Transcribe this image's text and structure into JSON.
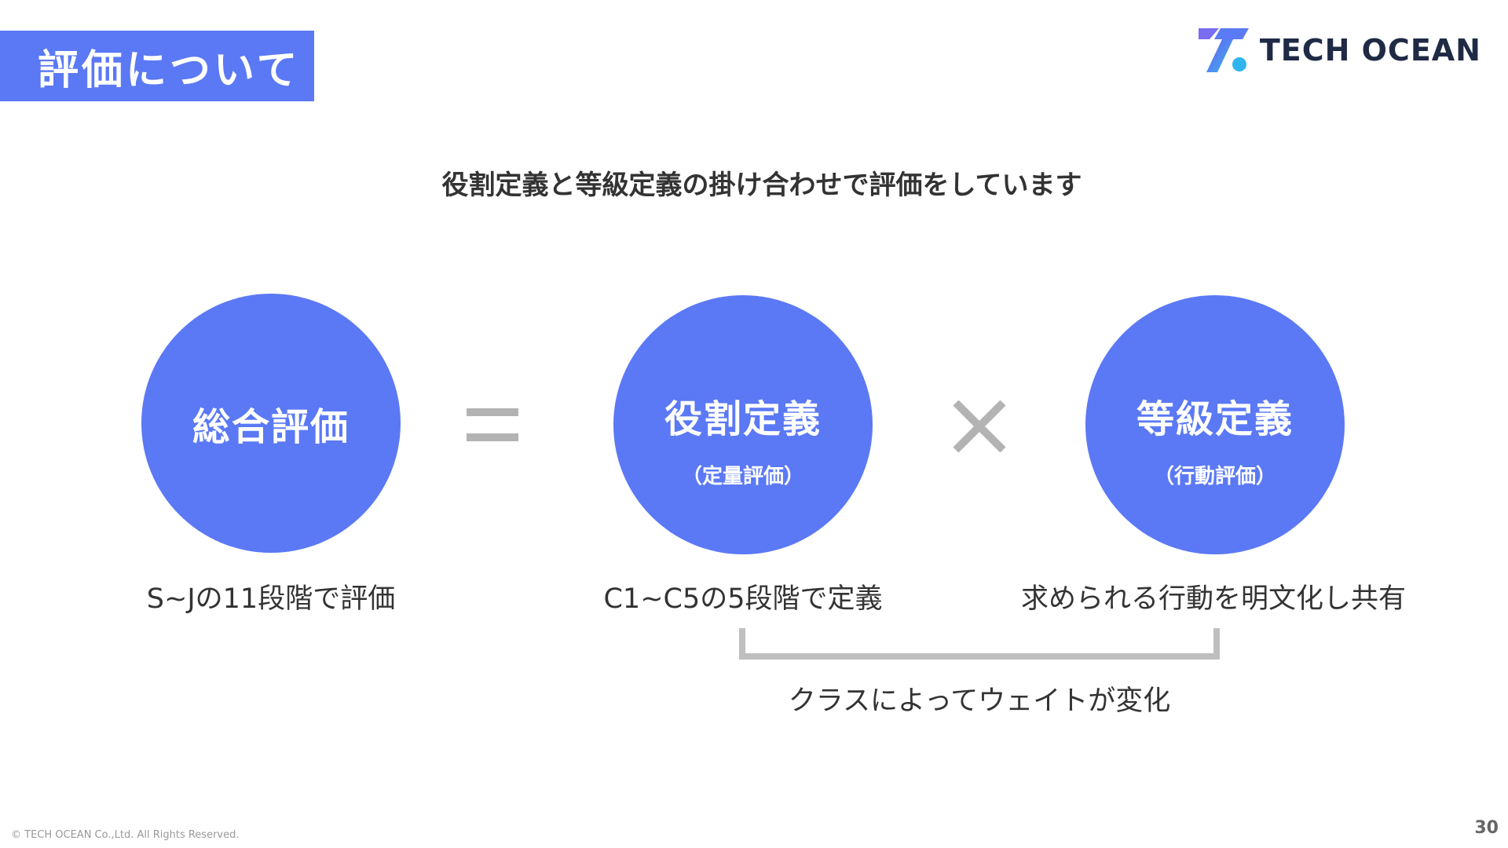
{
  "slide": {
    "title": "評価について",
    "logo_text": "TECH OCEAN",
    "subtitle": "役割定義と等級定義の掛け合わせで評価をしています",
    "circles": [
      {
        "main": "総合評価",
        "sub": ""
      },
      {
        "main": "役割定義",
        "sub": "（定量評価）"
      },
      {
        "main": "等級定義",
        "sub": "（行動評価）"
      }
    ],
    "captions": [
      "S~Jの11段階で評価",
      "C1~C5の5段階で定義",
      "求められる行動を明文化し共有"
    ],
    "bracket_caption": "クラスによってウェイトが変化",
    "copyright": "© TECH OCEAN Co.,Ltd. All Rights Reserved.",
    "page_number": "30"
  },
  "colors": {
    "accent": "#5b79f5",
    "operator": "#b3b3b3",
    "text": "#333333",
    "logo_text": "#1f2a44"
  },
  "icons": {
    "logo": "tech-ocean-logo-mark",
    "equals": "equals-sign",
    "times": "multiplication-sign"
  }
}
